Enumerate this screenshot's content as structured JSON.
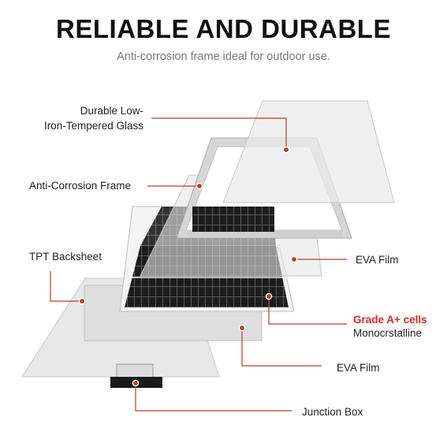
{
  "header": {
    "title": "RELIABLE AND DURABLE",
    "subtitle": "Anti-corrosion frame ideal for outdoor use."
  },
  "labels": {
    "glass_line1": "Durable Low-",
    "glass_line2": "Iron-Tempered Glass",
    "frame": "Anti-Corrosion Frame",
    "backsheet": "TPT Backsheet",
    "eva_top": "EVA Film",
    "cells_grade": "Grade A+ cells",
    "cells_type": "Monocrstalline",
    "eva_bottom": "EVA Film",
    "junction_box": "Junction Box"
  },
  "colors": {
    "accent": "#d62828",
    "leader": "#c0392b",
    "sheet": "#e4e4e4",
    "frame": "#b9b9b9",
    "cells": "#1c1c1c"
  }
}
